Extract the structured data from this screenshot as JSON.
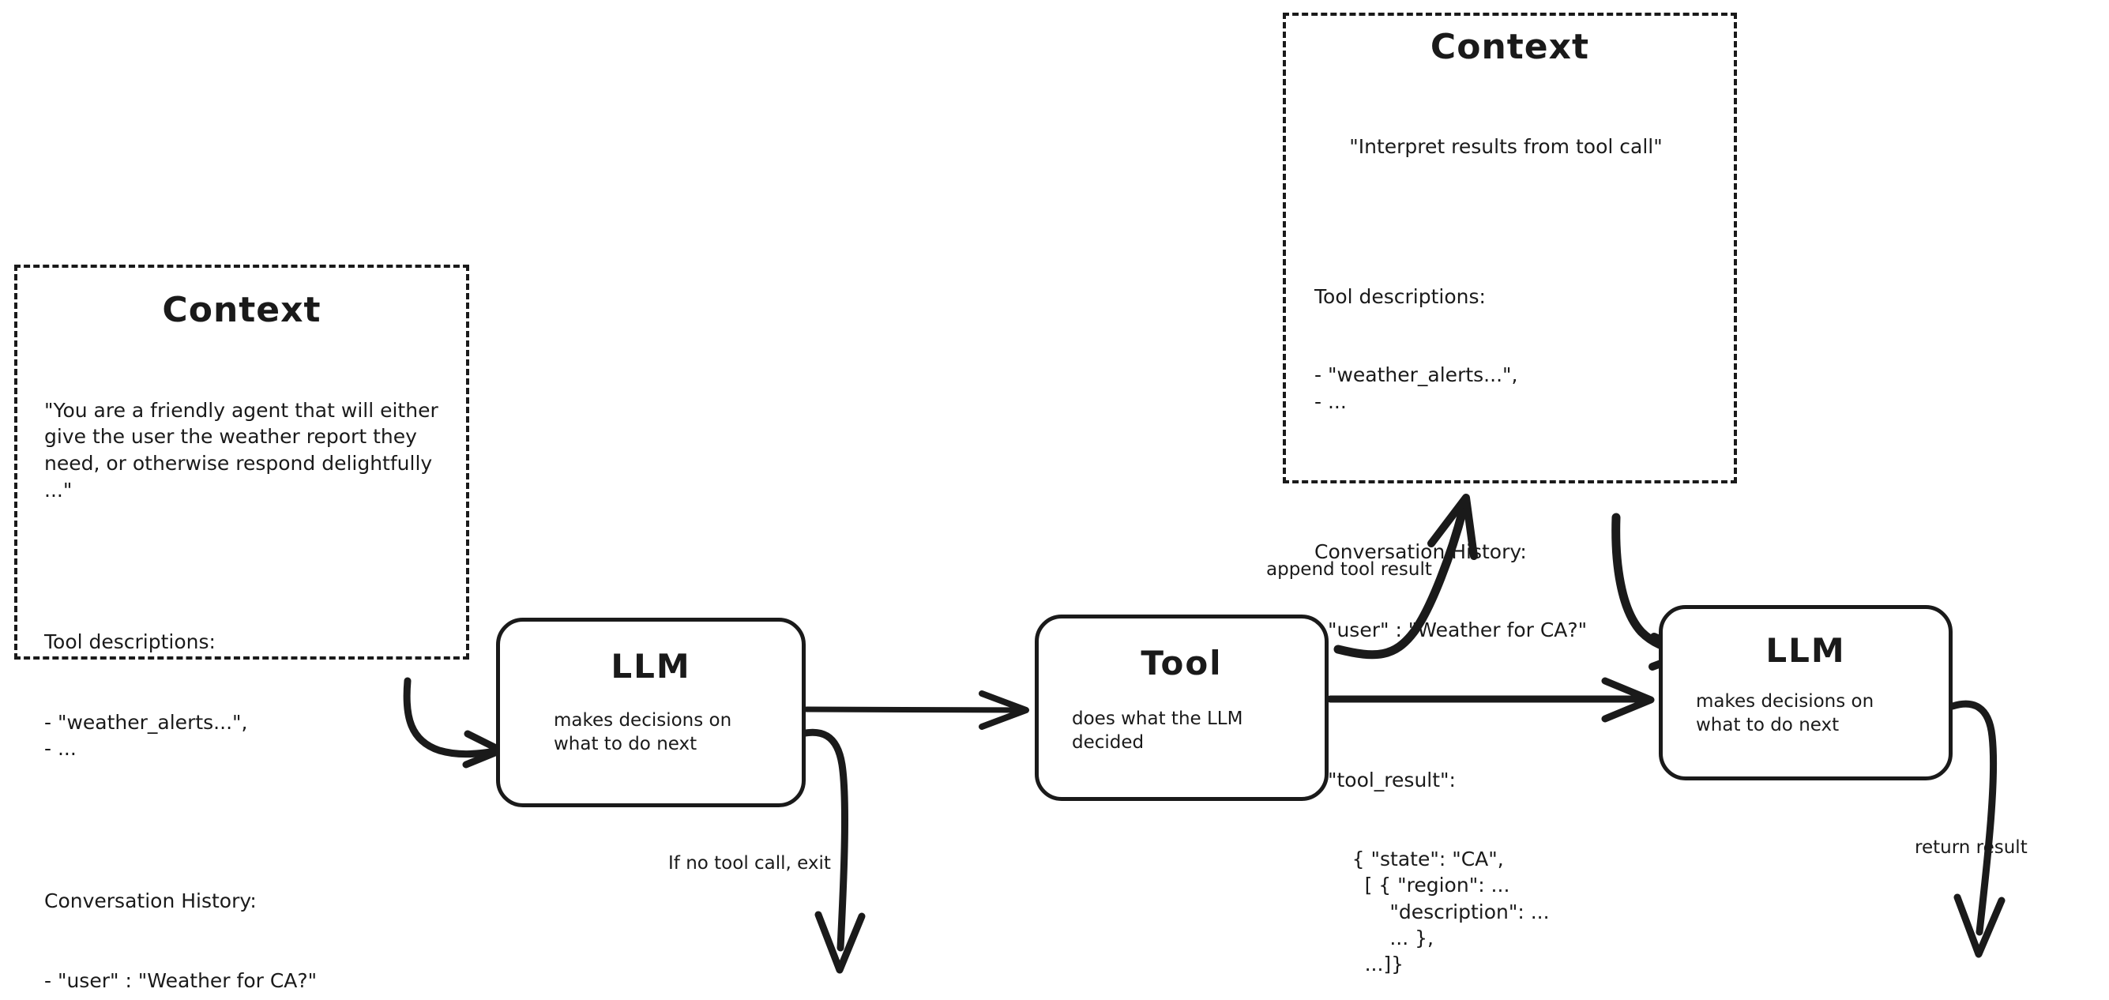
{
  "diagram": {
    "title_left": "Context",
    "title_right": "Context"
  },
  "context_left": {
    "title": "Context",
    "system_prompt": "\"You are a friendly agent that will either give the user the weather report they need, or otherwise respond delightfully ...\"",
    "tool_descriptions_header": "Tool descriptions:",
    "tool_descriptions_items": "- \"weather_alerts...\",\n- ...",
    "conversation_header": "Conversation History:",
    "conversation_items": "- \"user\" : \"Weather for CA?\""
  },
  "context_right": {
    "title": "Context",
    "system_prompt": "\"Interpret results from tool call\"",
    "tool_descriptions_header": "Tool descriptions:",
    "tool_descriptions_items": "- \"weather_alerts...\",\n- ...",
    "conversation_header": "Conversation History:",
    "conversation_user": "- \"user\" : \"Weather for CA?\"",
    "tool_result_key": "- \"tool_result\":",
    "tool_result_body": "      { \"state\": \"CA\",\n        [ { \"region\": ...\n            \"description\": ...\n            ... },\n        ...]}"
  },
  "nodes": [
    {
      "id": "llm1",
      "title": "LLM",
      "subtitle": "makes decisions on\nwhat to do next"
    },
    {
      "id": "tool",
      "title": "Tool",
      "subtitle": "does what the LLM\ndecided"
    },
    {
      "id": "llm2",
      "title": "LLM",
      "subtitle": "makes decisions on\nwhat to do next"
    }
  ],
  "edges": {
    "append_tool_result": "append tool result",
    "if_no_tool_call_exit": "If no tool call, exit",
    "return_result": "return result"
  },
  "colors": {
    "ink": "#1a1a1a",
    "background": "#ffffff"
  }
}
